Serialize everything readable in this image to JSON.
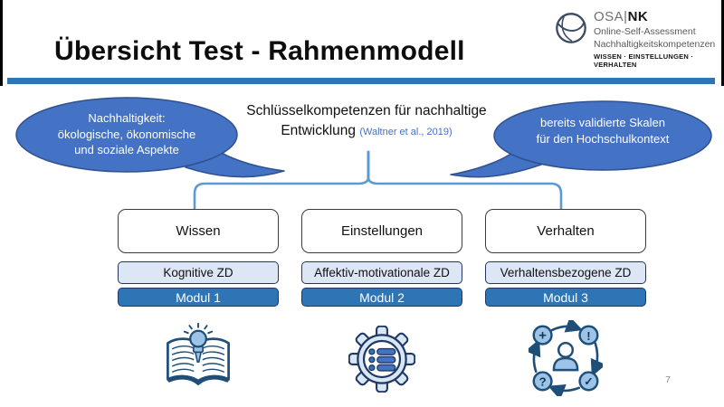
{
  "header": {
    "title": "Übersicht Test - Rahmenmodell"
  },
  "logo": {
    "name_left": "OSA|",
    "name_right": "NK",
    "tagline1": "Online-Self-Assessment",
    "tagline2": "Nachhaltigkeitskompetenzen",
    "tagline3": "WISSEN · EINSTELLUNGEN · VERHALTEN"
  },
  "bubbles": {
    "left": "Nachhaltigkeit:\nökologische, ökonomische\nund soziale Aspekte",
    "right": "bereits validierte Skalen\nfür den Hochschulkontext"
  },
  "heading": {
    "text": "Schlüsselkompetenzen für nachhaltige Entwicklung ",
    "citation": "(Waltner et al., 2019)"
  },
  "columns": [
    {
      "label": "Wissen",
      "zd": "Kognitive ZD",
      "modul": "Modul 1",
      "icon": "book-lightbulb-icon"
    },
    {
      "label": "Einstellungen",
      "zd": "Affektiv-motivationale ZD",
      "modul": "Modul 2",
      "icon": "gear-checklist-icon"
    },
    {
      "label": "Verhalten",
      "zd": "Verhaltensbezogene ZD",
      "modul": "Modul 3",
      "icon": "person-cycle-icon"
    }
  ],
  "icons": {
    "cycle_symbols": {
      "plus": "+",
      "exclamation": "!",
      "question": "?",
      "check": "✓"
    }
  },
  "page_number": "7",
  "colors": {
    "accent_blue": "#2E75B6",
    "bubble_blue": "#4472C4",
    "bubble_border": "#2F528F",
    "brace_blue": "#5B9BD5",
    "pale_blue": "#dce6f5",
    "navy": "#1F3864",
    "icon_navy": "#1F4E79",
    "icon_light_blue": "#9DC3E6"
  }
}
